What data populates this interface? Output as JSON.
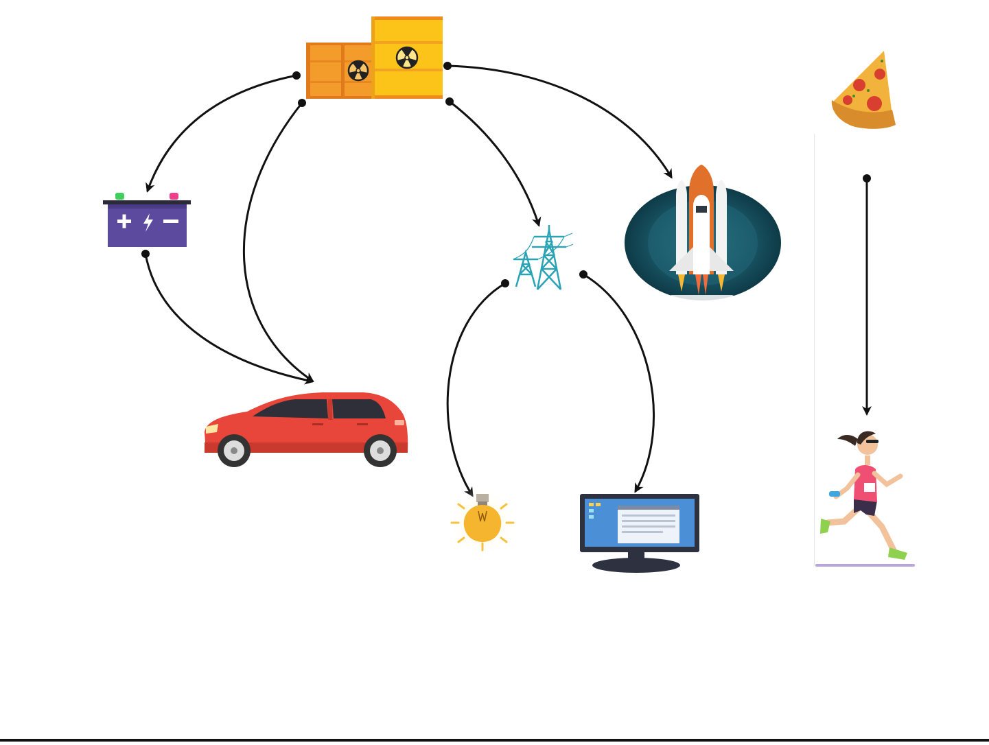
{
  "diagram": {
    "nodes": [
      {
        "id": "fuel-barrels",
        "icon": "radioactive-barrels-icon"
      },
      {
        "id": "battery",
        "icon": "battery-icon"
      },
      {
        "id": "car",
        "icon": "car-icon"
      },
      {
        "id": "power-grid",
        "icon": "power-pylon-icon"
      },
      {
        "id": "rocket",
        "icon": "space-shuttle-icon"
      },
      {
        "id": "light-bulb",
        "icon": "light-bulb-icon"
      },
      {
        "id": "computer",
        "icon": "computer-monitor-icon"
      },
      {
        "id": "pizza",
        "icon": "pizza-slice-icon"
      },
      {
        "id": "runner",
        "icon": "runner-icon"
      }
    ],
    "edges": [
      {
        "from": "fuel-barrels",
        "to": "battery"
      },
      {
        "from": "fuel-barrels",
        "to": "car"
      },
      {
        "from": "battery",
        "to": "car"
      },
      {
        "from": "fuel-barrels",
        "to": "power-grid"
      },
      {
        "from": "fuel-barrels",
        "to": "rocket"
      },
      {
        "from": "power-grid",
        "to": "light-bulb"
      },
      {
        "from": "power-grid",
        "to": "computer"
      },
      {
        "from": "pizza",
        "to": "runner"
      }
    ],
    "colors": {
      "arrow": "#111111",
      "barrel_orange": "#f39c2b",
      "barrel_yellow": "#fcc419",
      "battery": "#5b4a9e",
      "car": "#e8463a",
      "rocket_bg": "#164c5c",
      "pylon": "#2aa3b5",
      "bulb": "#f6b52e",
      "monitor": "#2d3140",
      "pizza": "#f2b33d",
      "runner_top": "#ef4f73"
    }
  }
}
